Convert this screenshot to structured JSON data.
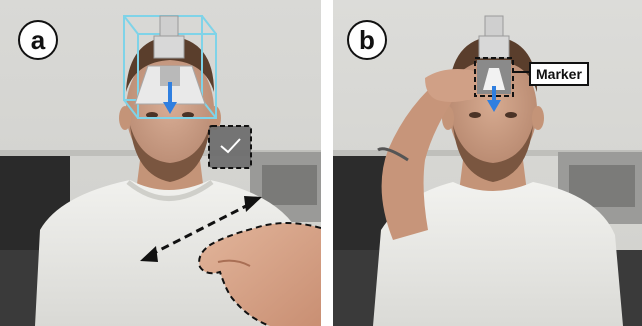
{
  "panels": [
    {
      "label": "a",
      "done_button_label": "Done"
    },
    {
      "label": "b",
      "marker_label": "Marker"
    }
  ],
  "colors": {
    "bounding_box": "#7fd3e8",
    "arrow_blue": "#2f7fe0",
    "dashed_outline": "#111111"
  },
  "icons": {
    "done_icon": "checkmark-icon"
  }
}
